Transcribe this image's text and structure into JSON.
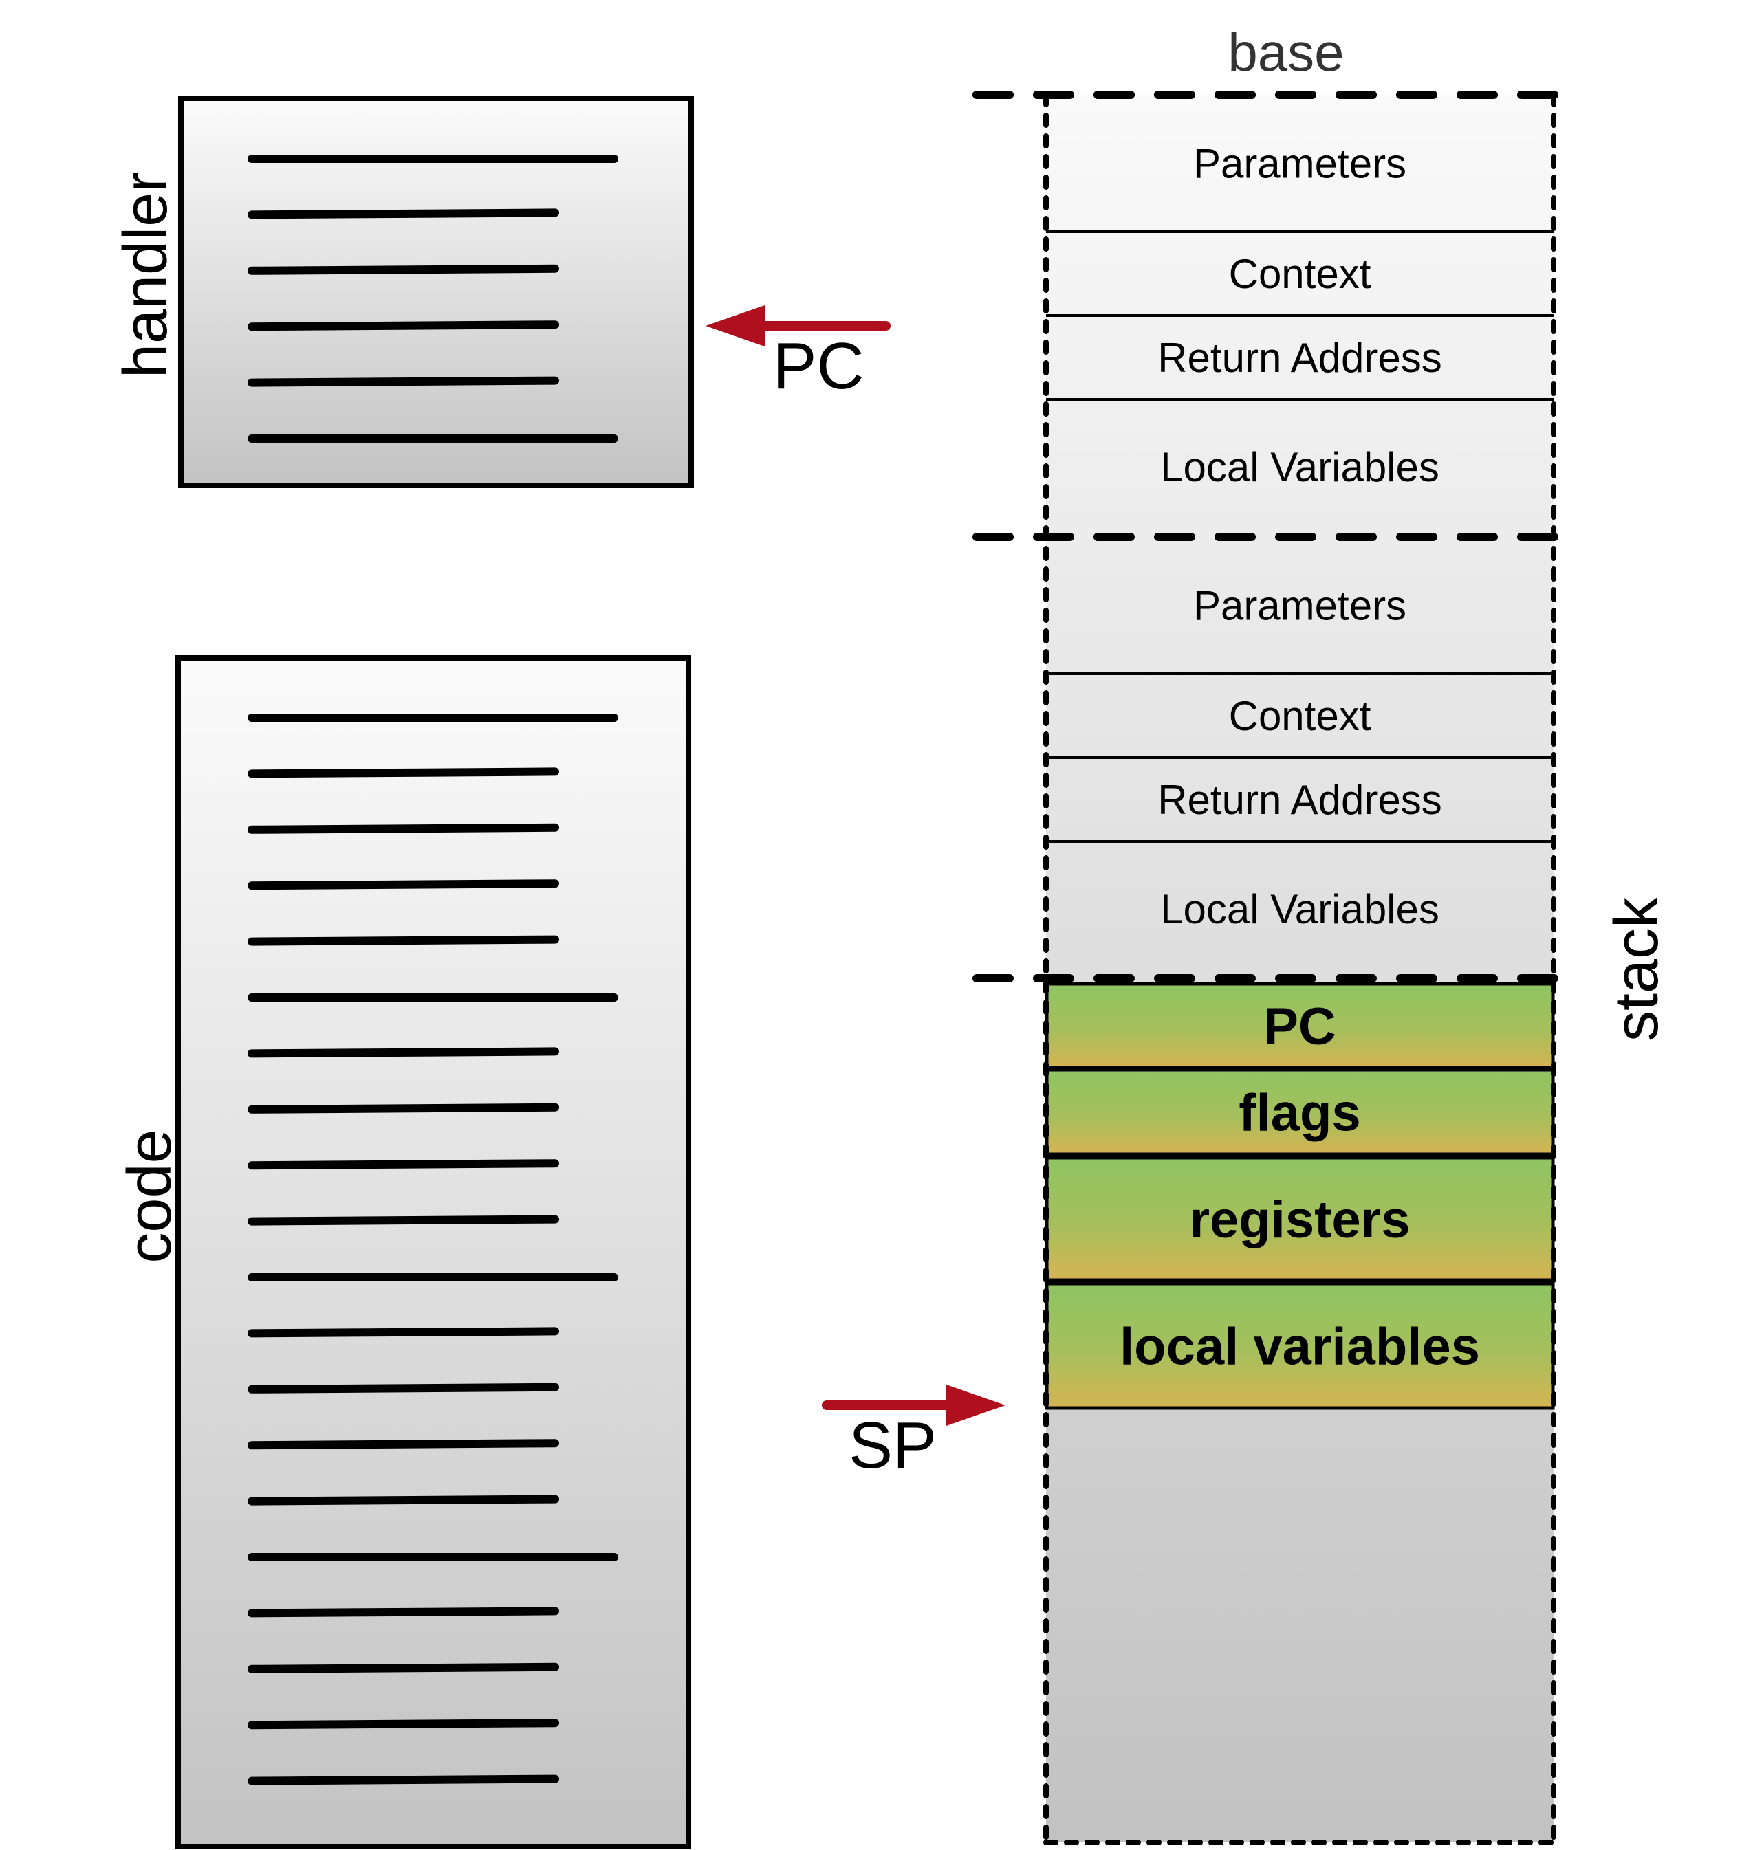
{
  "labels": {
    "handler": "handler",
    "code": "code",
    "base": "base",
    "stack": "stack",
    "pc_pointer": "PC",
    "sp_pointer": "SP"
  },
  "stack_frames": [
    {
      "cells": [
        "Parameters",
        "Context",
        "Return Address",
        "Local Variables"
      ]
    },
    {
      "cells": [
        "Parameters",
        "Context",
        "Return Address",
        "Local Variables"
      ]
    }
  ],
  "interrupt_frame": {
    "cells": [
      "PC",
      "flags",
      "registers",
      "local variables"
    ]
  },
  "colors": {
    "pointer_arrow": "#b0101e",
    "interrupt_cell_top": "#8fc462",
    "interrupt_cell_bottom": "#d6b452",
    "box_top": "#fafafa",
    "box_bottom": "#c4c4c4"
  }
}
